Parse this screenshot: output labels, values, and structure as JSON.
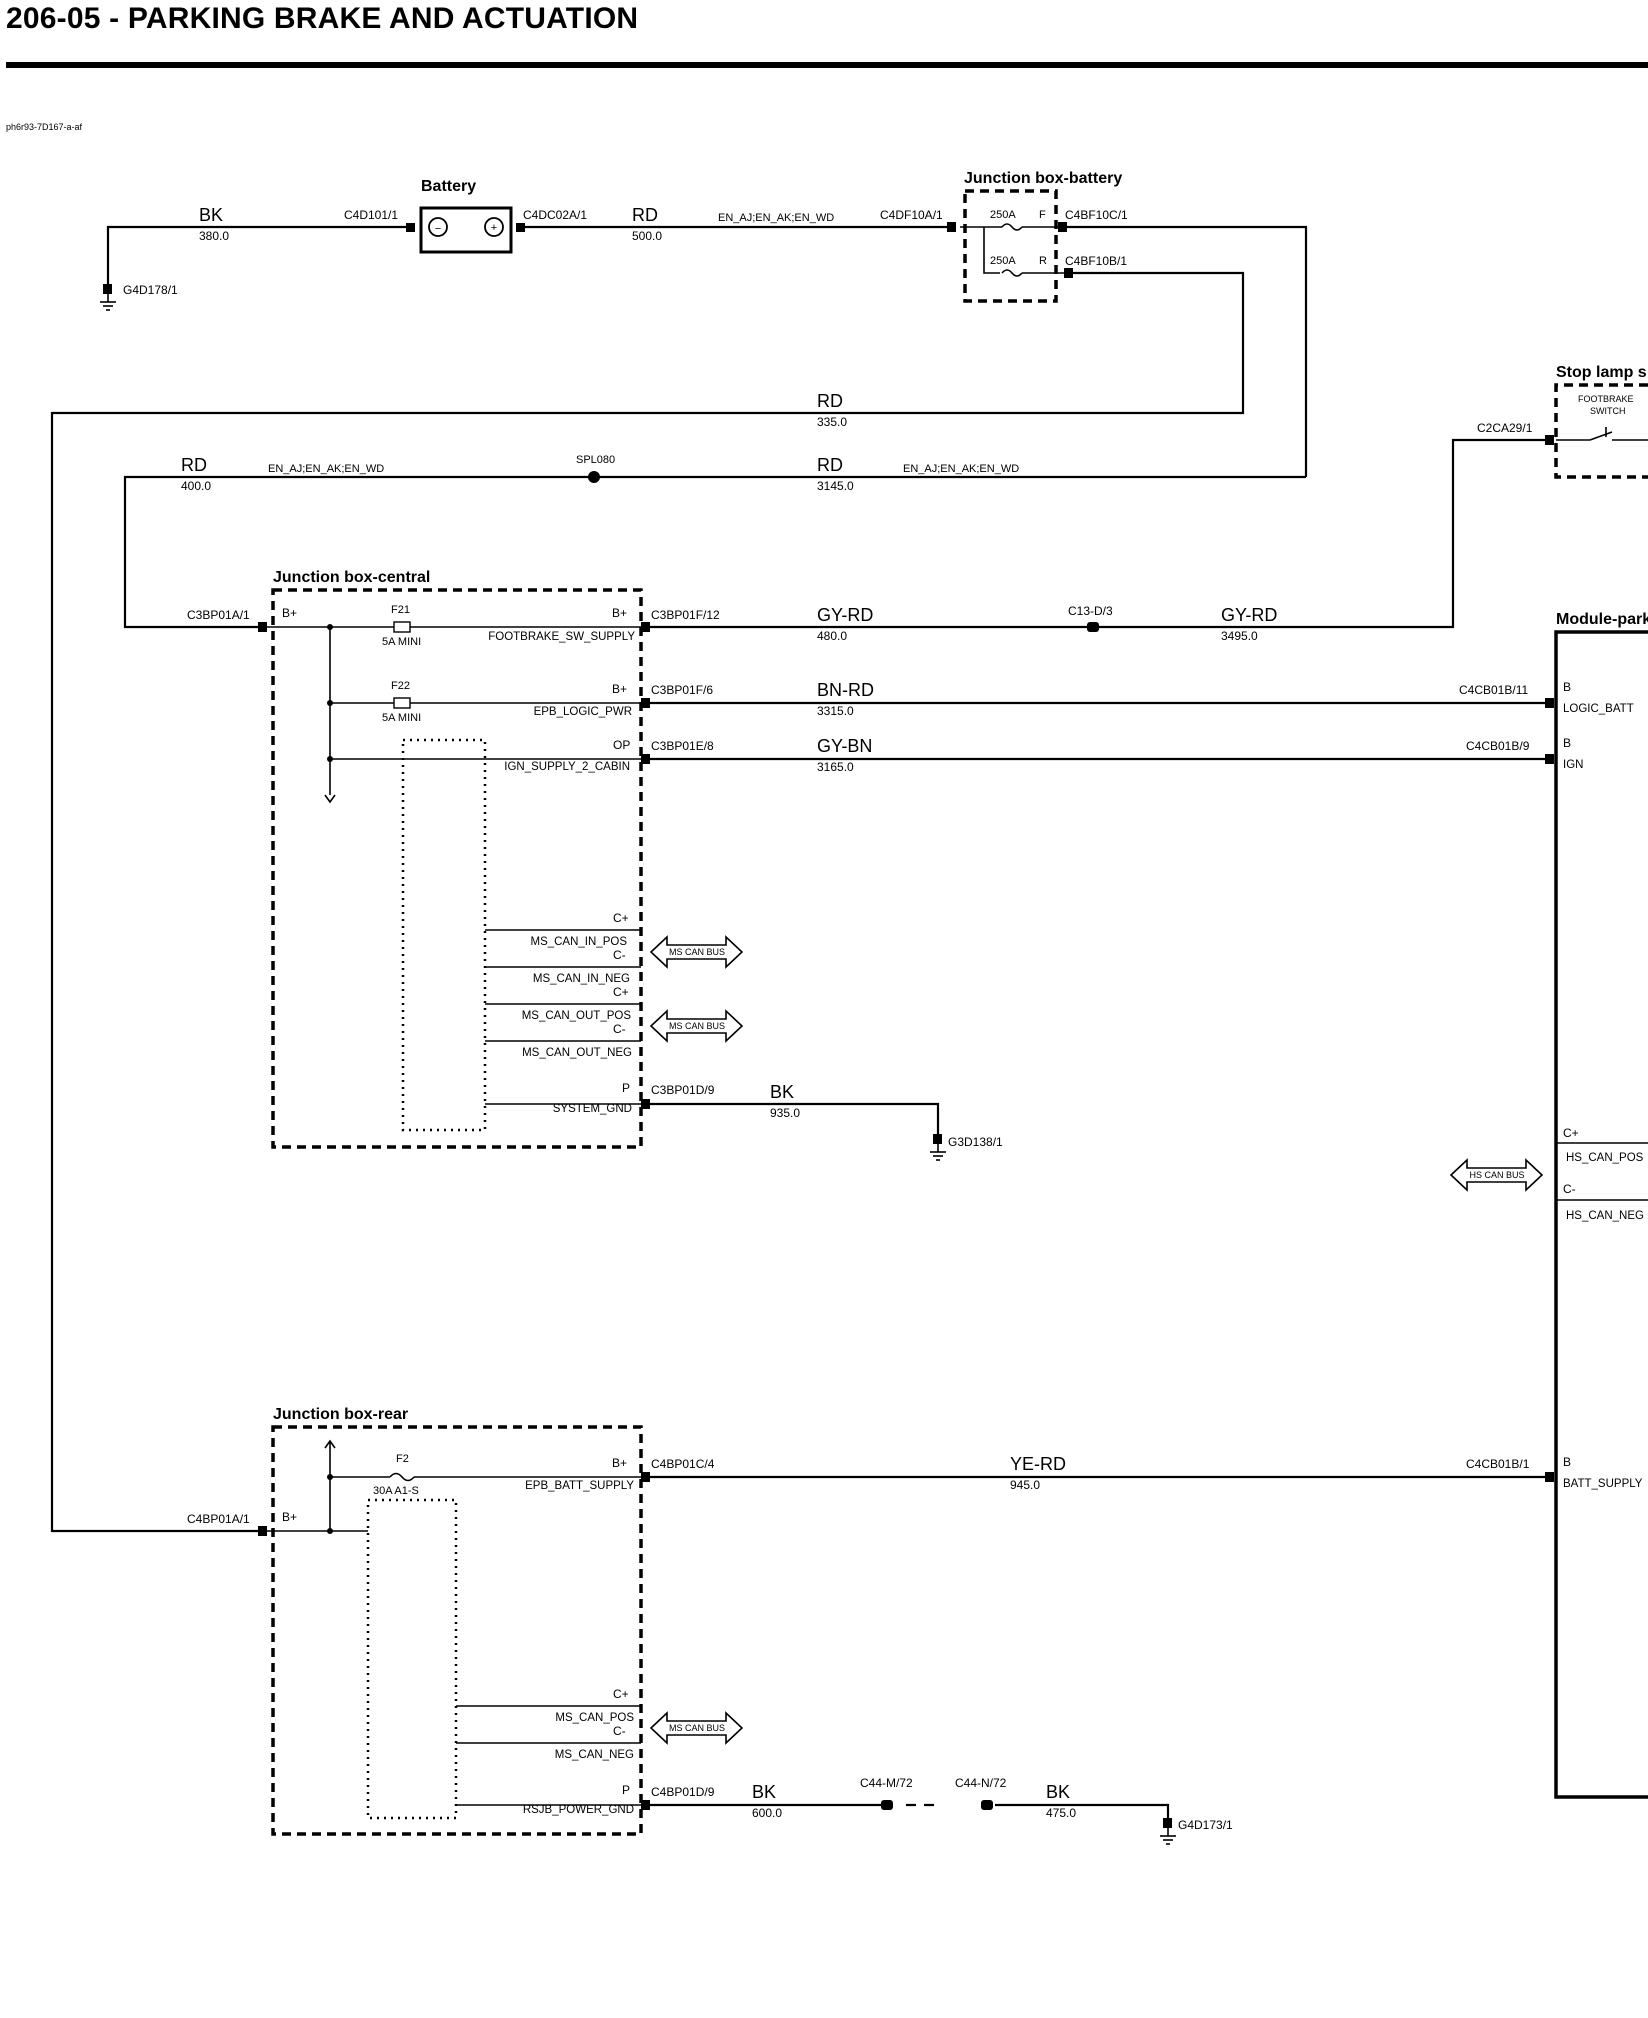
{
  "page": {
    "title": "206-05 - PARKING BRAKE AND ACTUATION",
    "diagram_ref": "ph6r93-7D167-a-af"
  },
  "components": {
    "battery": "Battery",
    "jb_battery": "Junction box-battery",
    "jb_central": "Junction box-central",
    "jb_rear": "Junction box-rear",
    "stop_lamp": "Stop lamp s",
    "stop_lamp_switch_line1": "FOOTBRAKE",
    "stop_lamp_switch_line2": "SWITCH",
    "module_park": "Module-park"
  },
  "grounds": {
    "g1": "G4D178/1",
    "g2": "G3D138/1",
    "g3": "G4D173/1"
  },
  "splice": "SPL080",
  "harness": "EN_AJ;EN_AK;EN_WD",
  "battery_symbols": {
    "neg": "−",
    "pos": "+"
  },
  "fuses": {
    "jbb_f": {
      "rating": "250A",
      "pin": "F"
    },
    "jbb_r": {
      "rating": "250A",
      "pin": "R"
    },
    "f21": {
      "name": "F21",
      "rating": "5A MINI"
    },
    "f22": {
      "name": "F22",
      "rating": "5A MINI"
    },
    "f2": {
      "name": "F2",
      "rating": "30A A1-S"
    }
  },
  "wires": [
    {
      "color": "BK",
      "length": "380.0"
    },
    {
      "color": "RD",
      "length": "500.0"
    },
    {
      "color": "RD",
      "length": "335.0"
    },
    {
      "color": "RD",
      "length": "400.0"
    },
    {
      "color": "RD",
      "length": "3145.0"
    },
    {
      "color": "GY-RD",
      "length": "480.0"
    },
    {
      "color": "GY-RD",
      "length": "3495.0"
    },
    {
      "color": "BN-RD",
      "length": "3315.0"
    },
    {
      "color": "GY-BN",
      "length": "3165.0"
    },
    {
      "color": "BK",
      "length": "935.0"
    },
    {
      "color": "YE-RD",
      "length": "945.0"
    },
    {
      "color": "BK",
      "length": "600.0"
    },
    {
      "color": "BK",
      "length": "475.0"
    }
  ],
  "connectors": {
    "c4d101": "C4D101/1",
    "c4dc02a": "C4DC02A/1",
    "c4df10a": "C4DF10A/1",
    "c4bf10c": "C4BF10C/1",
    "c4bf10b": "C4BF10B/1",
    "c2ca29": "C2CA29/1",
    "c3bp01a": "C3BP01A/1",
    "c3bp01f12": "C3BP01F/12",
    "c13d3": "C13-D/3",
    "c3bp01f6": "C3BP01F/6",
    "c4cb01b11": "C4CB01B/11",
    "c3bp01e8": "C3BP01E/8",
    "c4cb01b9": "C4CB01B/9",
    "c3bp01d9": "C3BP01D/9",
    "c4bp01c4": "C4BP01C/4",
    "c4cb01b1": "C4CB01B/1",
    "c4bp01a": "C4BP01A/1",
    "c4bp01d9": "C4BP01D/9",
    "c44m": "C44-M/72",
    "c44n": "C44-N/72"
  },
  "pins": {
    "bplus": "B+",
    "op": "OP",
    "cplus": "C+",
    "cminus": "C-",
    "p": "P",
    "b": "B"
  },
  "signals": {
    "footbrake_sw_supply": "FOOTBRAKE_SW_SUPPLY",
    "epb_logic_pwr": "EPB_LOGIC_PWR",
    "ign_supply_2_cabin": "IGN_SUPPLY_2_CABIN",
    "ms_can_in_pos": "MS_CAN_IN_POS",
    "ms_can_in_neg": "MS_CAN_IN_NEG",
    "ms_can_out_pos": "MS_CAN_OUT_POS",
    "ms_can_out_neg": "MS_CAN_OUT_NEG",
    "system_gnd": "SYSTEM_GND",
    "epb_batt_supply": "EPB_BATT_SUPPLY",
    "ms_can_pos": "MS_CAN_POS",
    "ms_can_neg": "MS_CAN_NEG",
    "rsjb_power_gnd": "RSJB_POWER_GND",
    "logic_batt": "LOGIC_BATT",
    "ign": "IGN",
    "hs_can_pos": "HS_CAN_POS",
    "hs_can_neg": "HS_CAN_NEG",
    "batt_supply": "BATT_SUPPLY"
  },
  "buses": {
    "ms_can": "MS CAN BUS",
    "hs_can": "HS CAN BUS"
  }
}
